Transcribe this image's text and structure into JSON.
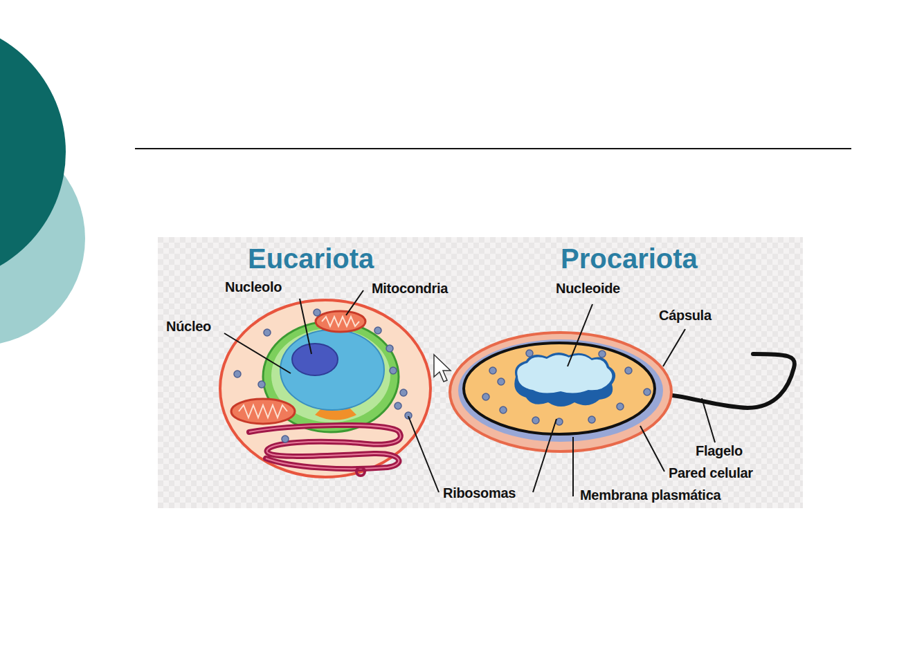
{
  "diagram": {
    "labels": [
      "Eucariota",
      "Procariota",
      "Nucleolo",
      "Mitocondria",
      "Núcleo",
      "Nucleoide",
      "Cápsula",
      "Ribosomas",
      "Flagelo",
      "Pared celular",
      "Membrana plasmática"
    ]
  }
}
